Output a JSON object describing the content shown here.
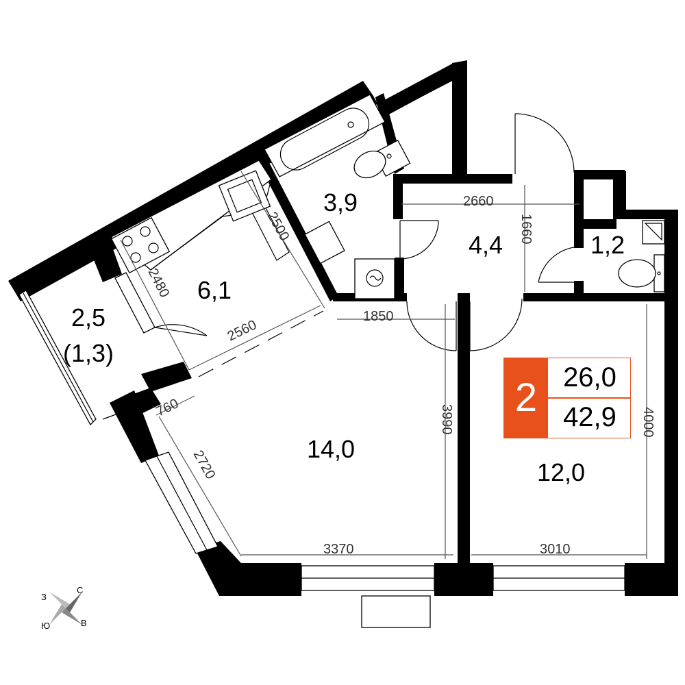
{
  "rooms": {
    "balcony_area": "2,5",
    "balcony_area_reduced": "(1,3)",
    "kitchen_area": "6,1",
    "bathroom_area": "3,9",
    "hall_area": "4,4",
    "wc_area": "1,2",
    "living_area": "14,0",
    "bedroom_area": "12,0"
  },
  "dimensions": {
    "d2500": "2500",
    "d2480": "2480",
    "d2560": "2560",
    "d2660": "2660",
    "d1660": "1660",
    "d1850": "1850",
    "d760": "760",
    "d2720": "2720",
    "d3990": "3990",
    "d3370": "3370",
    "d3010": "3010",
    "d4000": "4000"
  },
  "badge": {
    "rooms": "2",
    "living_area": "26,0",
    "total_area": "42,9",
    "color": "#e8501c"
  },
  "compass": {
    "n": "С",
    "s": "Ю",
    "e": "В",
    "w": "З"
  }
}
